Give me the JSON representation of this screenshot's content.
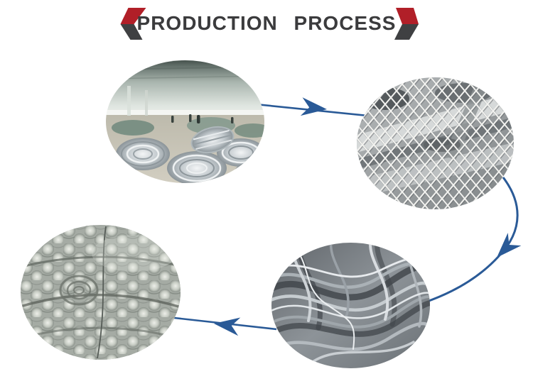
{
  "header": {
    "title": "PRODUCTION PROCESS",
    "left_icon": "chevron-left-two-tone",
    "right_icon": "chevron-right-two-tone"
  },
  "colors": {
    "chevron_red": "#b11f28",
    "chevron_dark": "#3f4042",
    "title_text": "#3b3b3d",
    "arrow_blue": "#2a5a97",
    "background": "#ffffff"
  },
  "diagram": {
    "type": "process-flow-cycle",
    "steps": [
      {
        "order": 1,
        "position": "top-left",
        "photo": "Galvanized wire coils stored on factory warehouse floor"
      },
      {
        "order": 2,
        "position": "top-right",
        "photo": "Chain link mesh being woven on fencing machine"
      },
      {
        "order": 3,
        "position": "bottom-right",
        "photo": "Close-up of woven galvanized wire mesh strands"
      },
      {
        "order": 4,
        "position": "bottom-left",
        "photo": "Compressed chain link fence rolls stacked together"
      }
    ],
    "arrows": [
      {
        "from": 1,
        "to": 2,
        "style": "straight-right"
      },
      {
        "from": 2,
        "to": 3,
        "style": "curved-down-left"
      },
      {
        "from": 3,
        "to": 4,
        "style": "straight-left"
      }
    ]
  }
}
